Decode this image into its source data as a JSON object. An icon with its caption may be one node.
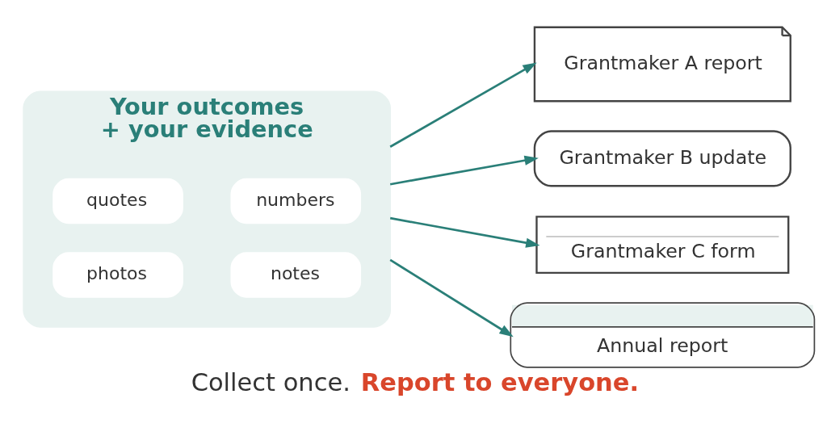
{
  "diagram": {
    "caption": "Collect once. **Report to everyone.**",
    "nodes": [
      {
        "text": [
          "Your outcomes + your evidence"
        ]
      },
      {
        "text": [
          "quotes"
        ],
        "in": 0
      },
      {
        "text": [
          "numbers"
        ],
        "in": 0
      },
      {
        "text": [
          "photos"
        ],
        "in": 0
      },
      {
        "text": [
          "notes"
        ],
        "in": 0
      },
      {
        "text": [
          "Grantmaker A report"
        ]
      },
      {
        "text": [
          "Grantmaker B update"
        ]
      },
      {
        "text": [
          "Grantmaker C form"
        ]
      },
      {
        "text": [
          "Annual report"
        ]
      }
    ],
    "edges": [
      {
        "from": 0,
        "to": 5,
        "arrow": "to"
      },
      {
        "from": 0,
        "to": 6,
        "arrow": "to"
      },
      {
        "from": 0,
        "to": 7,
        "arrow": "to"
      },
      {
        "from": 0,
        "to": 8,
        "arrow": "to"
      }
    ]
  }
}
